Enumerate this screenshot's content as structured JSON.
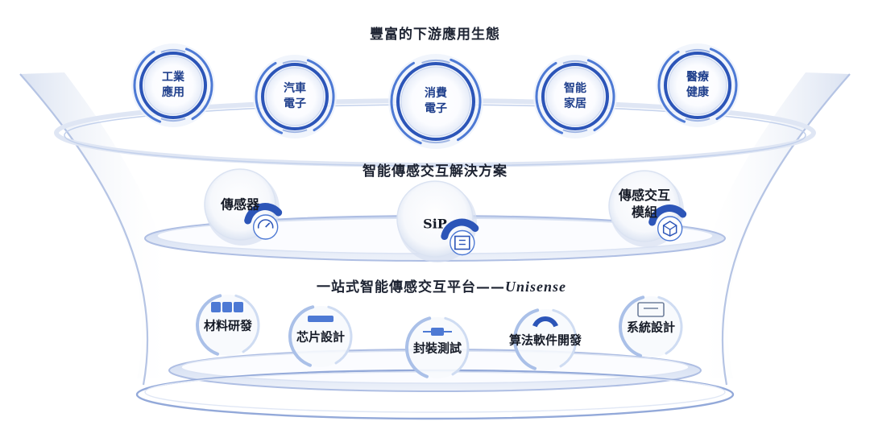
{
  "title": "豐富的下游應用生態",
  "applications": [
    {
      "line1": "工業",
      "line2": "應用",
      "icon": "industrial-app-icon"
    },
    {
      "line1": "汽車",
      "line2": "電子",
      "icon": "automotive-electronics-icon"
    },
    {
      "line1": "消費",
      "line2": "電子",
      "icon": "consumer-electronics-icon"
    },
    {
      "line1": "智能",
      "line2": "家居",
      "icon": "smart-home-icon"
    },
    {
      "line1": "醫療",
      "line2": "健康",
      "icon": "medical-health-icon"
    }
  ],
  "solutions_title": "智能傳感交互解決方案",
  "solutions": [
    {
      "line1": "傳感器",
      "line2": "",
      "icon": "gauge-icon"
    },
    {
      "line1": "SiP",
      "line2": "",
      "icon": "chip-icon"
    },
    {
      "line1": "傳感交互",
      "line2": "模組",
      "icon": "module-box-icon"
    }
  ],
  "platform_title": "一站式智能傳感交互平台——",
  "platform_brand": "Unisense",
  "platform_items": [
    {
      "label": "材料研發",
      "icon": "material-blocks-icon"
    },
    {
      "label": "芯片設計",
      "icon": "chip-design-icon"
    },
    {
      "label": "封裝測試",
      "icon": "package-test-icon"
    },
    {
      "label": "算法軟件開發",
      "icon": "algorithm-icon"
    },
    {
      "label": "系統設計",
      "icon": "system-design-icon"
    }
  ],
  "colors": {
    "primary": "#2c55b8",
    "secondary": "#4d79d4",
    "light": "#e3ebf8",
    "text": "#1d2332"
  }
}
